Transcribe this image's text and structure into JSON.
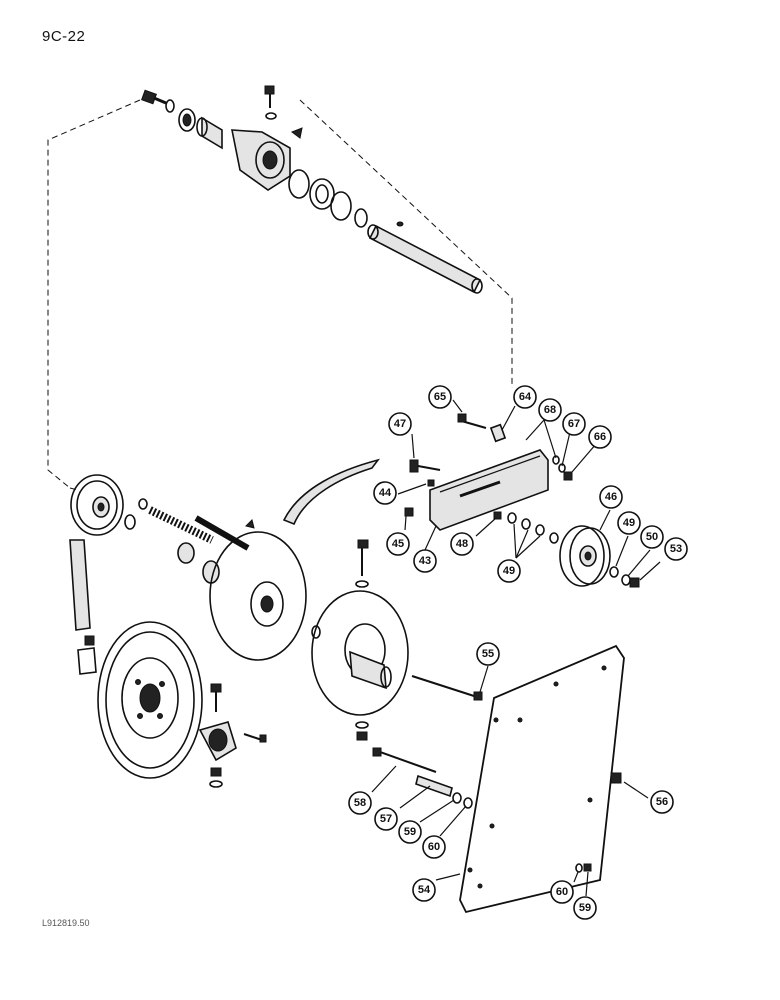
{
  "page": {
    "page_ref": "9C-22",
    "figure_code": "L912819.50"
  },
  "callouts": [
    {
      "id": "c65",
      "label": "65"
    },
    {
      "id": "c64",
      "label": "64"
    },
    {
      "id": "c68",
      "label": "68"
    },
    {
      "id": "c67",
      "label": "67"
    },
    {
      "id": "c66",
      "label": "66"
    },
    {
      "id": "c47",
      "label": "47"
    },
    {
      "id": "c44",
      "label": "44"
    },
    {
      "id": "c45",
      "label": "45"
    },
    {
      "id": "c43",
      "label": "43"
    },
    {
      "id": "c48",
      "label": "48"
    },
    {
      "id": "c49a",
      "label": "49"
    },
    {
      "id": "c46",
      "label": "46"
    },
    {
      "id": "c49b",
      "label": "49"
    },
    {
      "id": "c50",
      "label": "50"
    },
    {
      "id": "c53",
      "label": "53"
    },
    {
      "id": "c55",
      "label": "55"
    },
    {
      "id": "c56",
      "label": "56"
    },
    {
      "id": "c58",
      "label": "58"
    },
    {
      "id": "c57",
      "label": "57"
    },
    {
      "id": "c59a",
      "label": "59"
    },
    {
      "id": "c60a",
      "label": "60"
    },
    {
      "id": "c54",
      "label": "54"
    },
    {
      "id": "c60b",
      "label": "60"
    },
    {
      "id": "c59b",
      "label": "59"
    }
  ]
}
